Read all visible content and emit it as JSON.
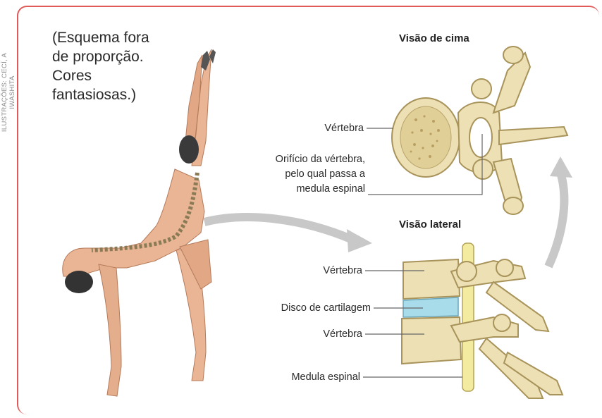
{
  "credit": "ILUSTRAÇÕES: CECÍ, A IWASHITA",
  "note": [
    "(Esquema fora",
    "de proporção.",
    "Cores",
    "fantasiosas.)"
  ],
  "top_view": {
    "heading": "Visão de cima",
    "labels": {
      "vertebra": "Vértebra",
      "orifice": [
        "Orifício da vértebra,",
        "pelo qual passa a",
        "medula espinal"
      ]
    }
  },
  "side_view": {
    "heading": "Visão lateral",
    "labels": {
      "vertebra_top": "Vértebra",
      "disc": "Disco de cartilagem",
      "vertebra_bottom": "Vértebra",
      "spinal_cord": "Medula espinal"
    }
  },
  "colors": {
    "frame": "#e05a5a",
    "bone": "#ece0b4",
    "bone_shadow": "#cdbd8a",
    "disc": "#a9dcea",
    "cord": "#f3eba0",
    "skin": "#e9b594",
    "arrow": "#c8c8c8"
  }
}
